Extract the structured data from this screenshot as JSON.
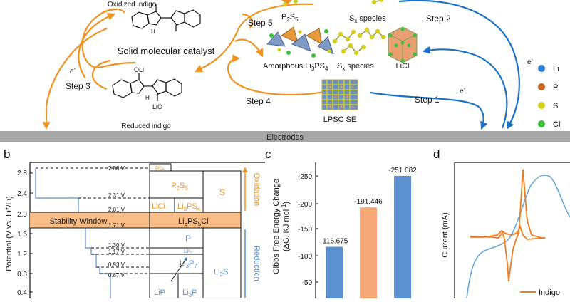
{
  "top": {
    "oxidized_label": "Oxidized indigo",
    "catalyst_label": "Solid molecular catalyst",
    "reduced_label": "Reduced indigo",
    "oli": "OLi",
    "lio": "LiO",
    "nh": "H",
    "step1": "Step 1",
    "step2": "Step 2",
    "step3": "Step 3",
    "step4": "Step 4",
    "step5": "Step 5",
    "electron": "e",
    "electron_sup": "-",
    "p2s5": "P",
    "p2s5_sub": "2",
    "p2s5_s": "S",
    "p2s5_sub2": "5",
    "sx_top": "S",
    "sx_top_sub": "x",
    "sx_top_rest": " species",
    "amorphous": "Amorphous Li",
    "amorphous_sub": "3",
    "amorphous_ps": "PS",
    "amorphous_sub2": "4",
    "sx_bottom": "S",
    "sx_bottom_sub": "x",
    "sx_bottom_rest": " species",
    "licl": "LiCl",
    "lpsc": "LPSC SE",
    "electrodes": "Electrodes",
    "legend": [
      {
        "label": "Li",
        "color": "#2f7fd3"
      },
      {
        "label": "P",
        "color": "#c8641e"
      },
      {
        "label": "S",
        "color": "#d4cf1c"
      },
      {
        "label": "Cl",
        "color": "#3bbf3b"
      }
    ]
  },
  "panel_b": {
    "letter": "b",
    "ylabel": "Potential (V vs. Li",
    "ylabel_sup": "+",
    "ylabel_end": "/Li)",
    "yticks": [
      "2.8",
      "2.4",
      "2.0",
      "1.6",
      "1.2",
      "0.8",
      "0.4"
    ],
    "stability": "Stability Window",
    "levels": [
      "2.88 V",
      "2.31 V",
      "2.01 V",
      "1.71 V",
      "1.30 V",
      "1.17 V",
      "0.93 V",
      "0.87 V"
    ],
    "pcl": "PCl",
    "pcl_sub": "5",
    "p2s5": "P",
    "p2s5_sub": "2",
    "p2s5_s": "S",
    "p2s5_sub2": "5",
    "s": "S",
    "licl": "LiCl",
    "li3ps4": "Li",
    "li3ps4_sub": "3",
    "li3ps4_ps": "PS",
    "li3ps4_sub2": "4",
    "lpscl": "Li",
    "lpscl_sub": "6",
    "lpscl_ps": "PS",
    "lpscl_sub2": "5",
    "lpscl_cl": "Cl",
    "p": "P",
    "lip7": "LiP",
    "lip7_sub": "7",
    "li3p7": "Li",
    "li3p7_sub": "3",
    "li3p7_p": "P",
    "li3p7_sub2": "7",
    "li2s": "Li",
    "li2s_sub": "2",
    "li2s_s": "S",
    "lip": "LiP",
    "li3p": "Li",
    "li3p_sub": "3",
    "li3p_p": "P",
    "oxidation": "Oxidation",
    "reduction": "Reduction"
  },
  "panel_c": {
    "letter": "c",
    "ylabel_1": "Gibbs Free Energy Change",
    "ylabel_2": "(ΔG, KJ mol",
    "ylabel_sup": "-1",
    "ylabel_end": ")",
    "yticks": [
      "-250",
      "-200",
      "-150",
      "-100",
      "-50"
    ],
    "chart_data": {
      "type": "bar",
      "values": [
        -116.675,
        -191.446,
        -251.082
      ],
      "labels": [
        "-116.675",
        "-191.446",
        "-251.082"
      ],
      "colors": [
        "#5b8fd0",
        "#f8a777",
        "#5b8fd0"
      ],
      "ylim": [
        0,
        -270
      ]
    }
  },
  "panel_d": {
    "letter": "d",
    "ylabel": "Current (mA)",
    "legend": "Indigo",
    "colors": {
      "indigo": "#f07b1e",
      "blank": "#6aa9d6"
    }
  }
}
